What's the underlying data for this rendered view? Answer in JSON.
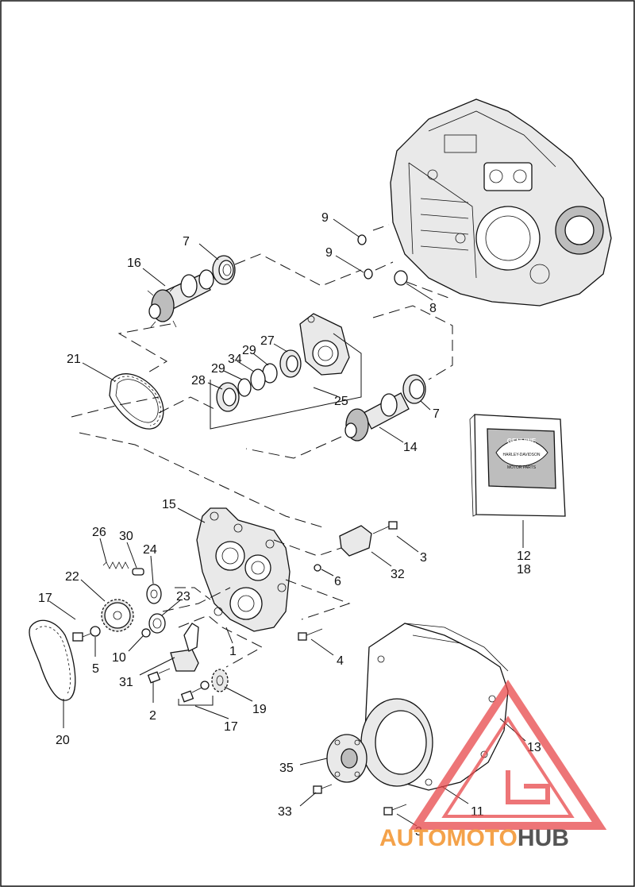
{
  "callouts": [
    {
      "id": "c1",
      "label": "1"
    },
    {
      "id": "c2",
      "label": "2"
    },
    {
      "id": "c3a",
      "label": "3"
    },
    {
      "id": "c3b",
      "label": "3"
    },
    {
      "id": "c4",
      "label": "4"
    },
    {
      "id": "c5",
      "label": "5"
    },
    {
      "id": "c6",
      "label": "6"
    },
    {
      "id": "c7a",
      "label": "7"
    },
    {
      "id": "c7b",
      "label": "7"
    },
    {
      "id": "c8",
      "label": "8"
    },
    {
      "id": "c9a",
      "label": "9"
    },
    {
      "id": "c9b",
      "label": "9"
    },
    {
      "id": "c10",
      "label": "10"
    },
    {
      "id": "c11",
      "label": "11"
    },
    {
      "id": "c12",
      "label": "12"
    },
    {
      "id": "c13",
      "label": "13"
    },
    {
      "id": "c14",
      "label": "14"
    },
    {
      "id": "c15",
      "label": "15"
    },
    {
      "id": "c16",
      "label": "16"
    },
    {
      "id": "c17a",
      "label": "17"
    },
    {
      "id": "c17b",
      "label": "17"
    },
    {
      "id": "c18",
      "label": "18"
    },
    {
      "id": "c19",
      "label": "19"
    },
    {
      "id": "c20",
      "label": "20"
    },
    {
      "id": "c21",
      "label": "21"
    },
    {
      "id": "c22",
      "label": "22"
    },
    {
      "id": "c23",
      "label": "23"
    },
    {
      "id": "c24",
      "label": "24"
    },
    {
      "id": "c25",
      "label": "25"
    },
    {
      "id": "c26",
      "label": "26"
    },
    {
      "id": "c27",
      "label": "27"
    },
    {
      "id": "c28",
      "label": "28"
    },
    {
      "id": "c29a",
      "label": "29"
    },
    {
      "id": "c29b",
      "label": "29"
    },
    {
      "id": "c30",
      "label": "30"
    },
    {
      "id": "c31",
      "label": "31"
    },
    {
      "id": "c32",
      "label": "32"
    },
    {
      "id": "c33",
      "label": "33"
    },
    {
      "id": "c34",
      "label": "34"
    },
    {
      "id": "c35",
      "label": "35"
    }
  ],
  "badge": {
    "line1": "GENUINE",
    "line2": "HARLEY-DAVIDSON",
    "line3": "MOTOR PARTS"
  },
  "watermark": {
    "part1": "AUTO",
    "part2": "MOTO",
    "part3": "HUB",
    "color_primary": "#f4a24a",
    "color_secondary": "#555555",
    "color_triangle": "#e8484a"
  },
  "colors": {
    "line": "#111111",
    "background": "#ffffff"
  }
}
